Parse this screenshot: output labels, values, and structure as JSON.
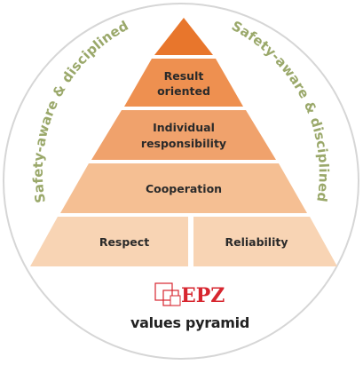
{
  "arc_text": {
    "left": "Safety-aware & disciplined",
    "right": "Safety-aware & disciplined"
  },
  "pyramid": {
    "tiers": [
      {
        "lines": [
          "Result",
          "oriented"
        ]
      },
      {
        "lines": [
          "Individual",
          "responsibility"
        ]
      },
      {
        "lines": [
          "Cooperation"
        ]
      },
      {
        "lines": [
          "Respect",
          "Reliability"
        ]
      }
    ]
  },
  "logo": {
    "brand": "EPZ"
  },
  "caption": "values pyramid",
  "colors": {
    "circle_stroke": "#d6d6d6",
    "arc_text": "#9aa86a",
    "apex": "#e8762c",
    "tier1": "#ee9050",
    "tier2": "#f0a26c",
    "tier3": "#f5bf93",
    "tier4": "#f8d4b4",
    "label": "#2a2a2a",
    "logo_red": "#d7262f",
    "caption": "#222222"
  }
}
